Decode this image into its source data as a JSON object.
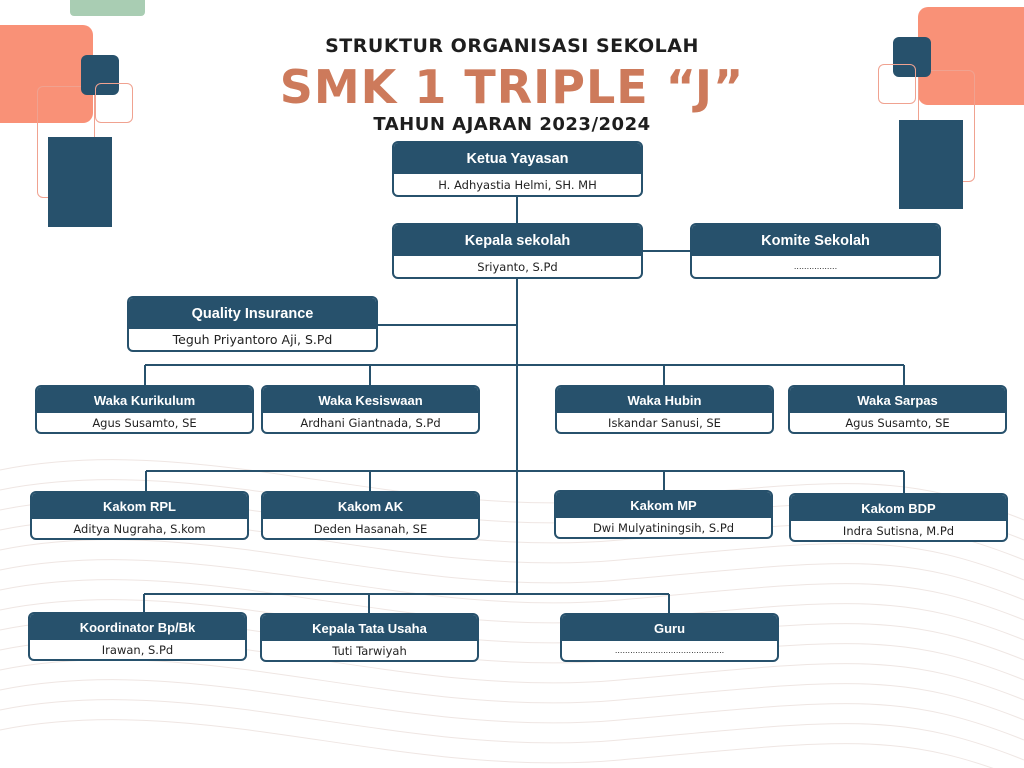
{
  "header": {
    "line1": "STRUKTUR ORGANISASI SEKOLAH",
    "line2": "SMK 1 TRIPLE “J”",
    "line3": "TAHUN AJARAN 2023/2024"
  },
  "colors": {
    "accent": "#cd7a5b",
    "navy": "#27516c",
    "coral": "#f99177",
    "green": "#a9cdb3"
  },
  "nodes": {
    "ketua_yayasan": {
      "title": "Ketua Yayasan",
      "name": "H. Adhyastia Helmi, SH. MH"
    },
    "kepala_sekolah": {
      "title": "Kepala sekolah",
      "name": "Sriyanto, S.Pd"
    },
    "komite_sekolah": {
      "title": "Komite Sekolah",
      "name": "................."
    },
    "quality_insurance": {
      "title": "Quality Insurance",
      "name": "Teguh Priyantoro Aji, S.Pd"
    },
    "waka_kurikulum": {
      "title": "Waka Kurikulum",
      "name": "Agus Susamto, SE"
    },
    "waka_kesiswaan": {
      "title": "Waka Kesiswaan",
      "name": "Ardhani Giantnada, S.Pd"
    },
    "waka_hubin": {
      "title": "Waka Hubin",
      "name": "Iskandar Sanusi, SE"
    },
    "waka_sarpas": {
      "title": "Waka Sarpas",
      "name": "Agus Susamto, SE"
    },
    "kakom_rpl": {
      "title": "Kakom RPL",
      "name": "Aditya Nugraha, S.kom"
    },
    "kakom_ak": {
      "title": "Kakom AK",
      "name": "Deden Hasanah, SE"
    },
    "kakom_mp": {
      "title": "Kakom MP",
      "name": "Dwi Mulyatiningsih, S.Pd"
    },
    "kakom_bdp": {
      "title": "Kakom BDP",
      "name": "Indra Sutisna, M.Pd"
    },
    "koordinator_bpbk": {
      "title": "Koordinator Bp/Bk",
      "name": "Irawan, S.Pd"
    },
    "kepala_tata_usaha": {
      "title": "Kepala Tata Usaha",
      "name": "Tuti Tarwiyah"
    },
    "guru": {
      "title": "Guru",
      "name": "..........................................."
    }
  }
}
